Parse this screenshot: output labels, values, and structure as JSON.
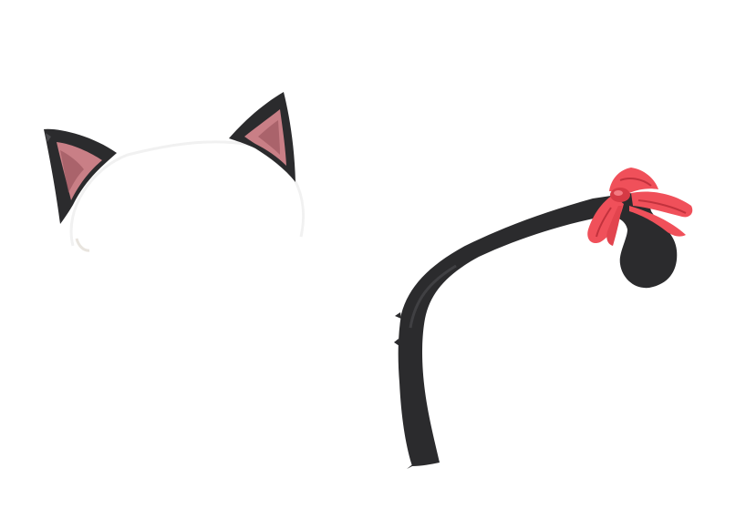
{
  "image": {
    "background": "#ffffff",
    "colors": {
      "fur_black": "#2b2b2d",
      "fur_highlight": "#4a4a4d",
      "inner_ear_pink": "#c97f86",
      "inner_ear_dark": "#8f4d55",
      "ribbon_red": "#f0505a",
      "ribbon_shadow": "#c2323d",
      "head_shadow": "#ececec"
    },
    "elements": [
      {
        "id": "left-ear",
        "icon": "cat-ear-icon"
      },
      {
        "id": "right-ear",
        "icon": "cat-ear-icon"
      },
      {
        "id": "cat-tail",
        "icon": "cat-tail-icon"
      },
      {
        "id": "ribbon-bow",
        "icon": "bow-icon"
      }
    ]
  }
}
